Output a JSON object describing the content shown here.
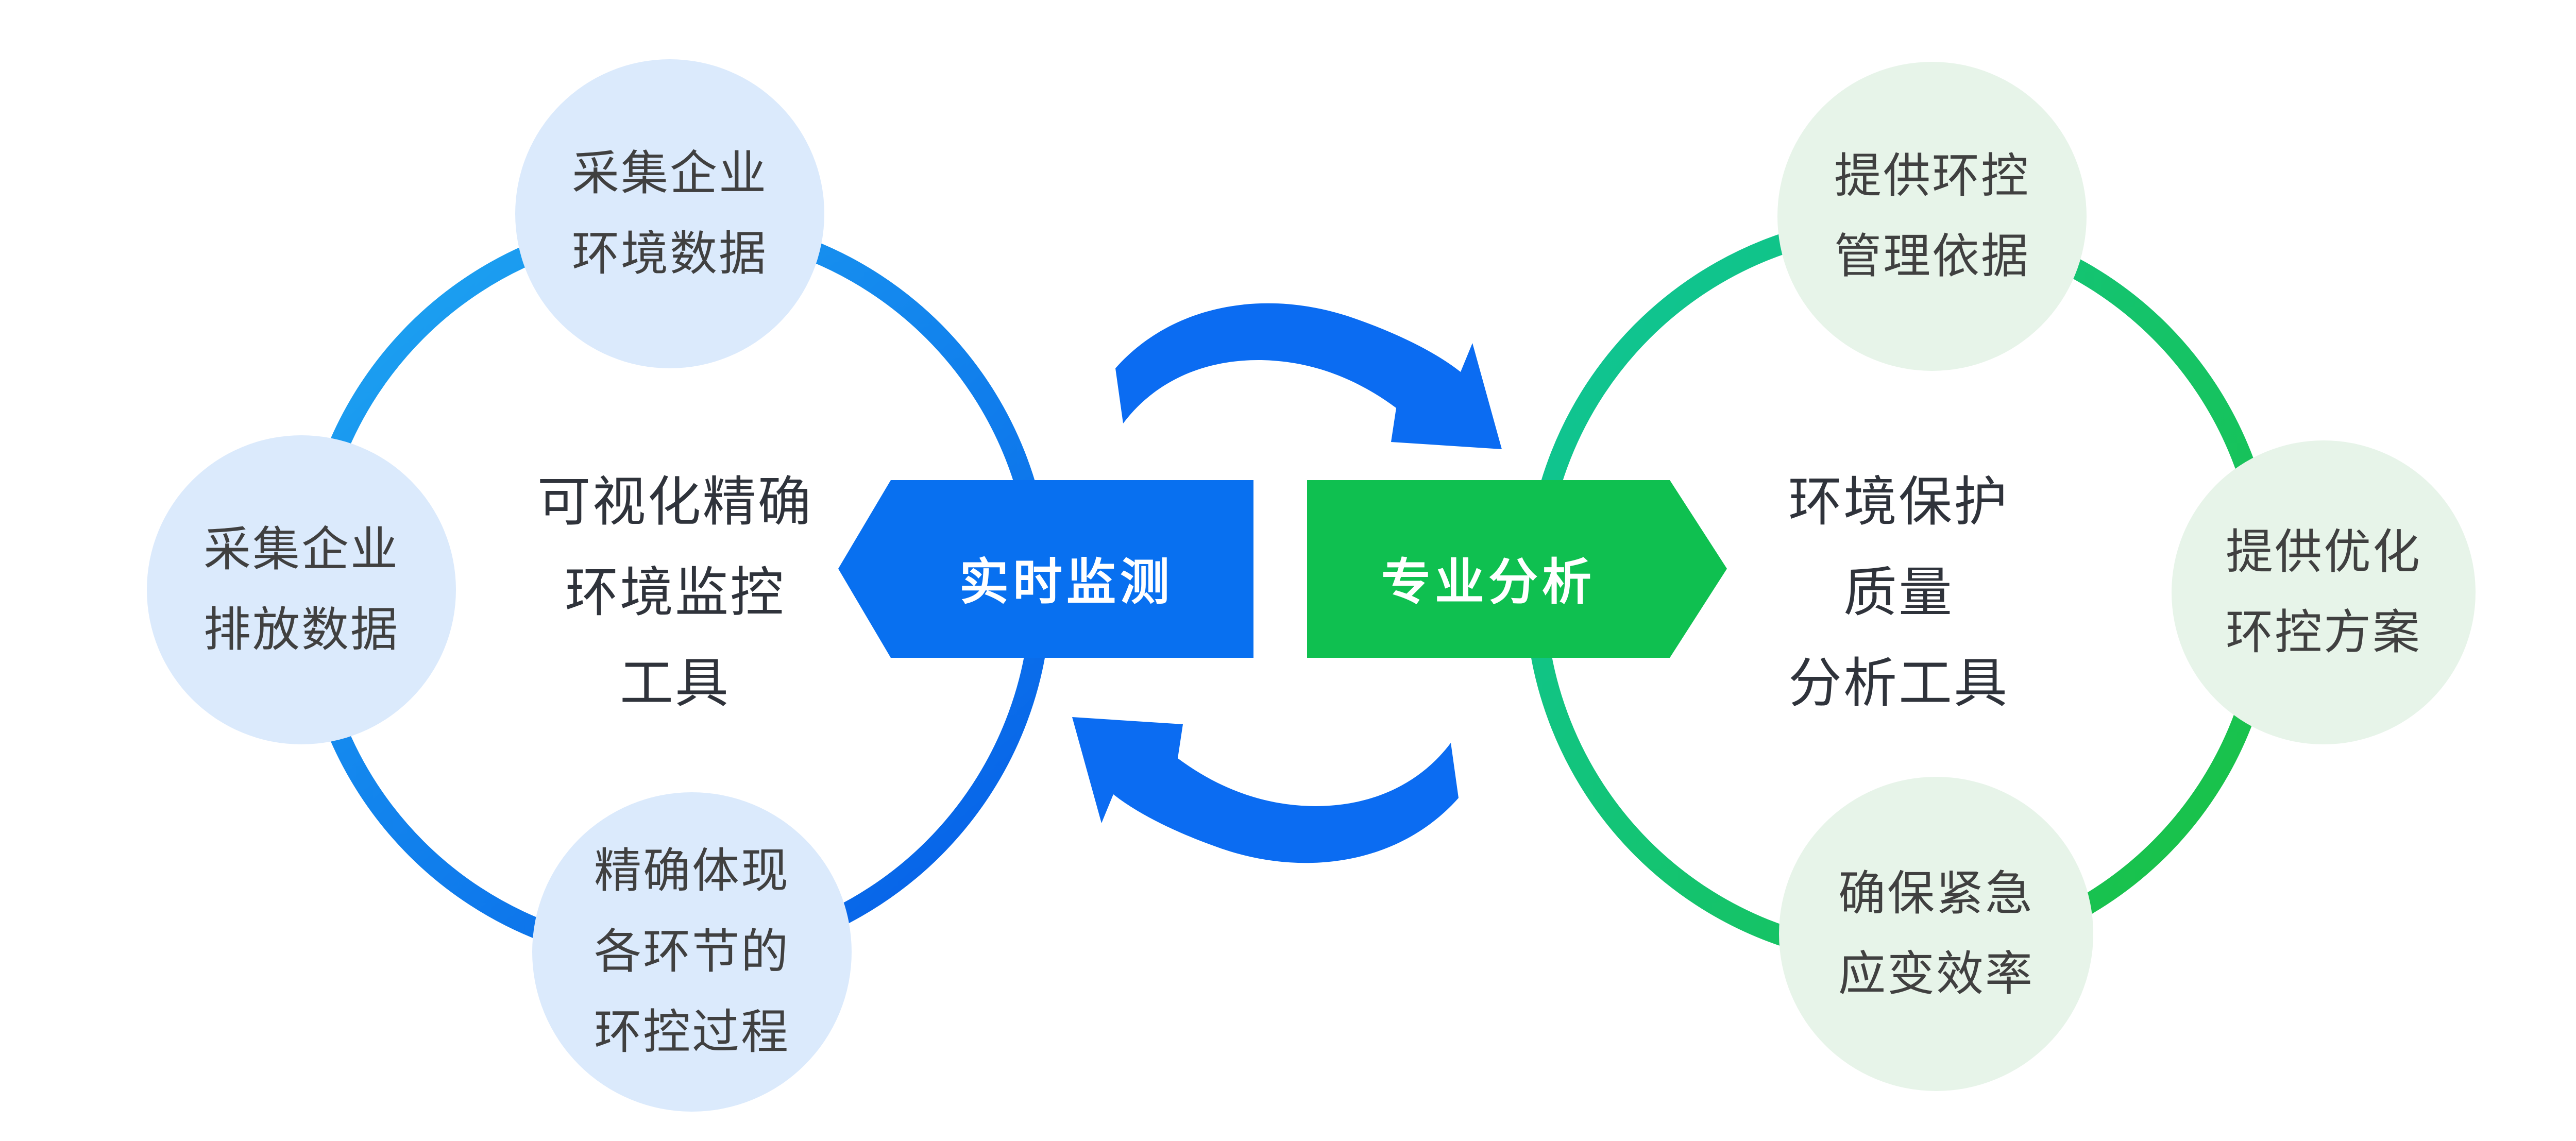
{
  "diagram": {
    "background_color": "#FFFFFF",
    "left_cycle": {
      "banner": {
        "label": "实时监测",
        "color": "#0870F0",
        "text_color": "#FFFFFF",
        "direction": "points-left"
      },
      "hub": {
        "lines": [
          "可视化精确",
          "环境监控",
          "工具"
        ]
      },
      "ring_gradient": [
        "#1FA8F2",
        "#0661E8"
      ],
      "satellite_fill": "#DBEAFC",
      "satellites": {
        "top": {
          "lines": [
            "采集企业",
            "环境数据"
          ]
        },
        "left": {
          "lines": [
            "采集企业",
            "排放数据"
          ]
        },
        "bottom": {
          "lines": [
            "精确体现",
            "各环节的",
            "环控过程"
          ]
        }
      }
    },
    "right_cycle": {
      "banner": {
        "label": "专业分析",
        "color": "#0FC050",
        "text_color": "#FFFFFF",
        "direction": "points-right"
      },
      "hub": {
        "lines": [
          "环境保护",
          "质量",
          "分析工具"
        ]
      },
      "ring_gradient": [
        "#0EC59C",
        "#19C24B"
      ],
      "satellite_fill": "#E7F4E9",
      "satellites": {
        "top": {
          "lines": [
            "提供环控",
            "管理依据"
          ]
        },
        "right": {
          "lines": [
            "提供优化",
            "环控方案"
          ]
        },
        "bottom": {
          "lines": [
            "确保紧急",
            "应变效率"
          ]
        }
      }
    },
    "arrows": {
      "color": "#0B6CF2",
      "top_arrow": "curves left to right, head points down-right",
      "bottom_arrow": "curves right to left, head points up-left"
    },
    "text_colors": {
      "satellite": "#404040",
      "hub": "#2F333B"
    }
  }
}
